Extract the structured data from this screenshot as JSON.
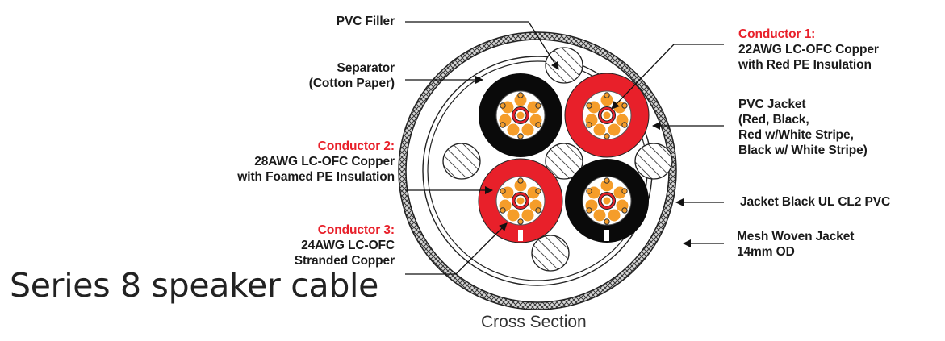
{
  "title": "Series 8 speaker cable",
  "caption": "Cross Section",
  "colors": {
    "accent_red": "#e8202a",
    "copper_orange": "#f59d2a",
    "jacket_black": "#0a0a0a",
    "text": "#1a1a1a"
  },
  "callouts_left": [
    {
      "id": "pvc-filler",
      "heading": "",
      "lines": [
        "PVC Filler"
      ]
    },
    {
      "id": "separator",
      "heading": "",
      "lines": [
        "Separator",
        "(Cotton Paper)"
      ]
    },
    {
      "id": "conductor-2",
      "heading": "Conductor 2:",
      "lines": [
        "28AWG LC-OFC Copper",
        "with Foamed PE Insulation"
      ]
    },
    {
      "id": "conductor-3",
      "heading": "Conductor 3:",
      "lines": [
        "24AWG LC-OFC",
        "Stranded Copper"
      ]
    }
  ],
  "callouts_right": [
    {
      "id": "conductor-1",
      "heading": "Conductor 1:",
      "lines": [
        "22AWG LC-OFC Copper",
        "with Red PE Insulation"
      ]
    },
    {
      "id": "pvc-jacket",
      "heading": "",
      "lines": [
        "PVC Jacket",
        "(Red, Black,",
        "Red w/White Stripe,",
        "Black w/ White Stripe)"
      ]
    },
    {
      "id": "outer-jacket",
      "heading": "",
      "lines": [
        "Jacket Black UL CL2 PVC"
      ]
    },
    {
      "id": "mesh-jacket",
      "heading": "",
      "lines": [
        "Mesh Woven Jacket",
        "14mm OD"
      ]
    }
  ],
  "cores": [
    {
      "position": "top-left",
      "jacket_color": "black",
      "stripe": false
    },
    {
      "position": "top-right",
      "jacket_color": "red",
      "stripe": false
    },
    {
      "position": "bottom-left",
      "jacket_color": "red",
      "stripe": true
    },
    {
      "position": "bottom-right",
      "jacket_color": "black",
      "stripe": true
    }
  ]
}
